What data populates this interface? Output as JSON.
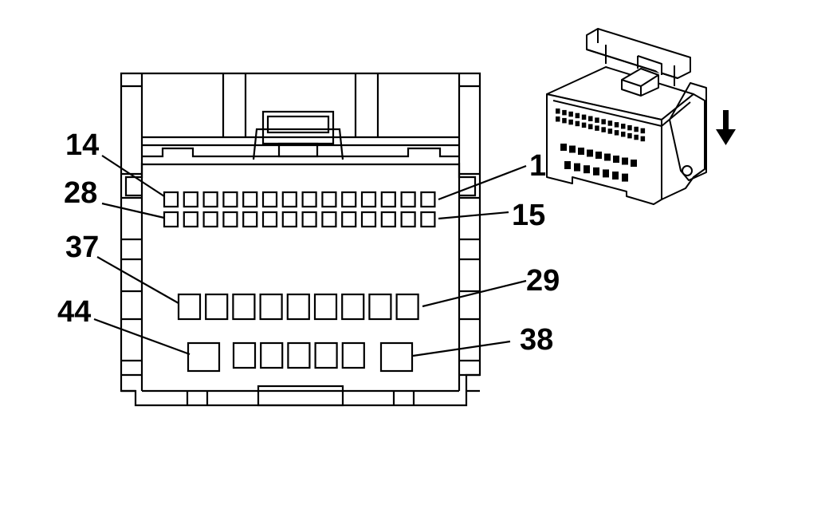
{
  "pin_labels": {
    "p14": "14",
    "p28": "28",
    "p37": "37",
    "p44": "44",
    "p1": "1",
    "p15": "15",
    "p29": "29",
    "p38": "38"
  },
  "colors": {
    "stroke": "#000000",
    "fill": "#ffffff"
  },
  "icons": {
    "insertion_direction": "arrow-down-icon",
    "connector_view": "connector-3d-icon"
  }
}
